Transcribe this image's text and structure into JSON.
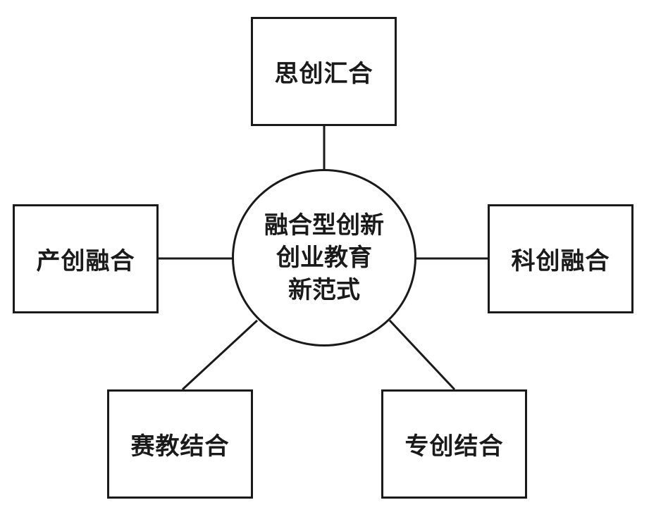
{
  "center": {
    "lines": [
      "融合型创新",
      "创业教育",
      "新范式"
    ]
  },
  "nodes": {
    "top": "思创汇合",
    "left": "产创融合",
    "right": "科创融合",
    "bottom_left": "赛教结合",
    "bottom_right": "专创结合"
  },
  "colors": {
    "stroke": "#1a1a1a",
    "background": "#ffffff"
  }
}
